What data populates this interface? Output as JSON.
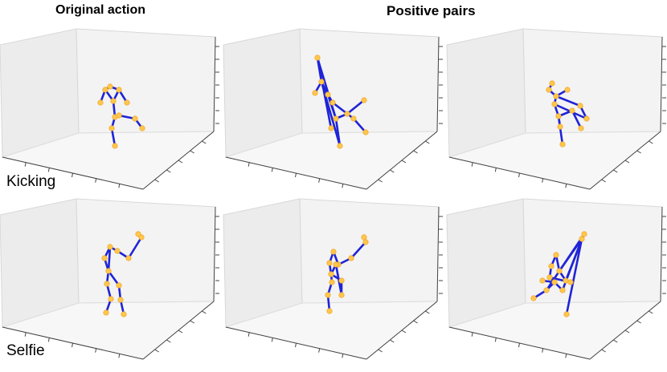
{
  "headers": {
    "original": "Original action",
    "positive": "Positive pairs"
  },
  "rows": [
    {
      "label": "Kicking",
      "panels": [
        {
          "name": "kicking-original",
          "skeleton": {
            "joints": [
              [
                137,
                108
              ],
              [
                131,
                112
              ],
              [
                125,
                128
              ],
              [
                148,
                112
              ],
              [
                158,
                128
              ],
              [
                141,
                126
              ],
              [
                143,
                146
              ],
              [
                139,
                160
              ],
              [
                143,
                182
              ],
              [
                148,
                144
              ],
              [
                168,
                148
              ],
              [
                177,
                160
              ]
            ],
            "bones": [
              [
                0,
                1
              ],
              [
                1,
                2
              ],
              [
                0,
                3
              ],
              [
                3,
                4
              ],
              [
                1,
                5
              ],
              [
                5,
                6
              ],
              [
                6,
                7
              ],
              [
                7,
                8
              ],
              [
                6,
                9
              ],
              [
                9,
                10
              ],
              [
                10,
                11
              ],
              [
                5,
                3
              ]
            ]
          }
        },
        {
          "name": "kicking-positive-1",
          "skeleton": {
            "joints": [
              [
                395,
                72
              ],
              [
                400,
                102
              ],
              [
                408,
                118
              ],
              [
                392,
                116
              ],
              [
                414,
                128
              ],
              [
                418,
                148
              ],
              [
                423,
                182
              ],
              [
                412,
                160
              ],
              [
                432,
                142
              ],
              [
                453,
                125
              ],
              [
                440,
                148
              ],
              [
                455,
                165
              ]
            ],
            "bones": [
              [
                0,
                1
              ],
              [
                1,
                2
              ],
              [
                2,
                5
              ],
              [
                1,
                3
              ],
              [
                0,
                5
              ],
              [
                5,
                6
              ],
              [
                0,
                7
              ],
              [
                5,
                8
              ],
              [
                8,
                9
              ],
              [
                4,
                10
              ],
              [
                10,
                11
              ],
              [
                2,
                4
              ],
              [
                1,
                6
              ]
            ]
          }
        },
        {
          "name": "kicking-positive-2",
          "skeleton": {
            "joints": [
              [
                687,
                104
              ],
              [
                683,
                112
              ],
              [
                692,
                120
              ],
              [
                706,
                112
              ],
              [
                690,
                130
              ],
              [
                695,
                145
              ],
              [
                700,
                180
              ],
              [
                722,
                132
              ],
              [
                730,
                148
              ],
              [
                712,
                138
              ],
              [
                723,
                160
              ],
              [
                697,
                158
              ]
            ],
            "bones": [
              [
                0,
                1
              ],
              [
                1,
                2
              ],
              [
                2,
                3
              ],
              [
                2,
                4
              ],
              [
                4,
                5
              ],
              [
                5,
                6
              ],
              [
                2,
                7
              ],
              [
                4,
                8
              ],
              [
                5,
                9
              ],
              [
                9,
                10
              ],
              [
                5,
                11
              ],
              [
                7,
                8
              ]
            ]
          }
        }
      ]
    },
    {
      "label": "Selfie",
      "panels": [
        {
          "name": "selfie-original",
          "skeleton": {
            "joints": [
              [
                137,
                308
              ],
              [
                130,
                322
              ],
              [
                146,
                313
              ],
              [
                160,
                322
              ],
              [
                176,
                296
              ],
              [
                172,
                292
              ],
              [
                135,
                338
              ],
              [
                133,
                354
              ],
              [
                138,
                373
              ],
              [
                132,
                390
              ],
              [
                148,
                356
              ],
              [
                150,
                374
              ],
              [
                154,
                392
              ]
            ],
            "bones": [
              [
                0,
                1
              ],
              [
                0,
                2
              ],
              [
                2,
                3
              ],
              [
                3,
                4
              ],
              [
                4,
                5
              ],
              [
                1,
                6
              ],
              [
                6,
                7
              ],
              [
                7,
                8
              ],
              [
                8,
                9
              ],
              [
                6,
                10
              ],
              [
                10,
                11
              ],
              [
                11,
                12
              ],
              [
                0,
                6
              ]
            ]
          }
        },
        {
          "name": "selfie-positive-1",
          "skeleton": {
            "joints": [
              [
                415,
                314
              ],
              [
                410,
                328
              ],
              [
                421,
                330
              ],
              [
                437,
                322
              ],
              [
                455,
                302
              ],
              [
                453,
                296
              ],
              [
                412,
                342
              ],
              [
                413,
                352
              ],
              [
                408,
                368
              ],
              [
                410,
                388
              ],
              [
                425,
                350
              ],
              [
                425,
                368
              ],
              [
                418,
                330
              ]
            ],
            "bones": [
              [
                0,
                1
              ],
              [
                0,
                2
              ],
              [
                2,
                3
              ],
              [
                3,
                4
              ],
              [
                4,
                5
              ],
              [
                1,
                6
              ],
              [
                6,
                7
              ],
              [
                7,
                8
              ],
              [
                8,
                9
              ],
              [
                6,
                10
              ],
              [
                10,
                11
              ],
              [
                6,
                12
              ],
              [
                12,
                11
              ]
            ]
          }
        },
        {
          "name": "selfie-positive-2",
          "skeleton": {
            "joints": [
              [
                692,
                318
              ],
              [
                686,
                332
              ],
              [
                696,
                338
              ],
              [
                704,
                350
              ],
              [
                727,
                292
              ],
              [
                724,
                298
              ],
              [
                684,
                346
              ],
              [
                690,
                352
              ],
              [
                680,
                362
              ],
              [
                664,
                372
              ],
              [
                710,
                352
              ],
              [
                705,
                392
              ],
              [
                700,
                362
              ],
              [
                675,
                350
              ]
            ],
            "bones": [
              [
                0,
                1
              ],
              [
                0,
                2
              ],
              [
                2,
                3
              ],
              [
                3,
                4
              ],
              [
                2,
                5
              ],
              [
                1,
                6
              ],
              [
                6,
                7
              ],
              [
                7,
                8
              ],
              [
                8,
                9
              ],
              [
                6,
                10
              ],
              [
                5,
                11
              ],
              [
                7,
                12
              ],
              [
                12,
                5
              ],
              [
                13,
                7
              ],
              [
                4,
                8
              ]
            ]
          }
        }
      ]
    }
  ]
}
